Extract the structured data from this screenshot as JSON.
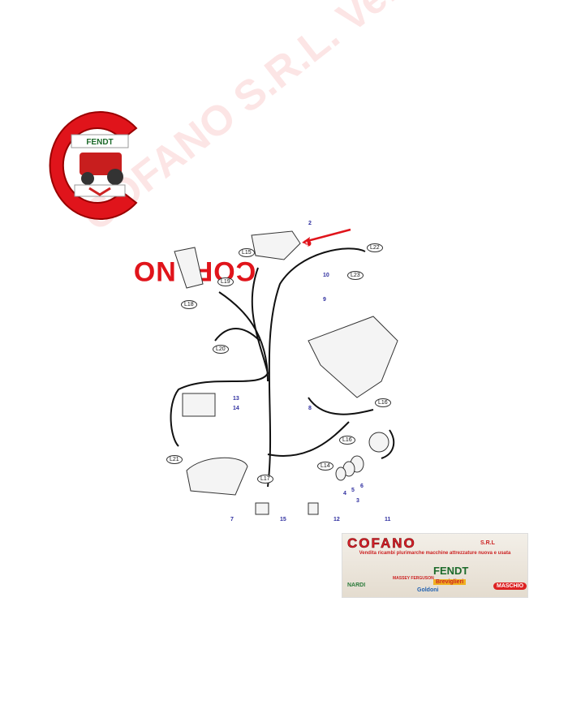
{
  "logo": {
    "title": "COFANO",
    "brands": [
      "FENDT",
      "MASSEY FERGUSON"
    ]
  },
  "diagram": {
    "callouts": [
      "L15",
      "L19",
      "L18",
      "L20",
      "L21",
      "L22",
      "L23",
      "L16",
      "L16",
      "L14",
      "L17"
    ],
    "part_numbers": [
      "1",
      "2",
      "3",
      "4",
      "5",
      "6",
      "7",
      "8",
      "9",
      "10",
      "11",
      "12",
      "13",
      "14",
      "15"
    ]
  },
  "watermark": {
    "text": "COFANO S.R.L. Vendita ricambi pluri marche macchine attrezzature nuova e usata"
  },
  "banner": {
    "title": "COFANO",
    "suffix": "S.R.L",
    "subtitle": "Vendita ricambi plurimarche macchine attrezzature nuova e usata",
    "brands": [
      "NARDI",
      "MASSEY FERGUSON",
      "FENDT",
      "MASCHIO",
      "Breviglieri",
      "Goldoni"
    ]
  }
}
